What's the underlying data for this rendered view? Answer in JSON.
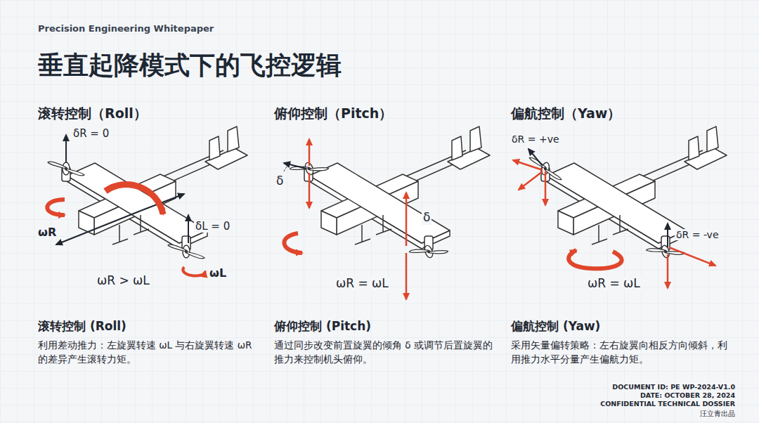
{
  "diagram": {
    "title": "垂直起降模式下的飞控逻辑",
    "labels": [
      "Precision Engineering Whitepaper",
      "滚转控制（Roll）",
      "俯仰控制（Pitch）",
      "偏航控制（Yaw）",
      "δR = 0",
      "ωR",
      "δL = 0",
      "ωL",
      "ωR > ωL",
      "δ",
      "δ",
      "ωR = ωL",
      "δR = +ve",
      "δR = -ve",
      "ωR = ωL",
      "滚转控制 (Roll)",
      "利用差动推力：左旋翼转速 ωL 与右旋翼转速 ωR 的差异产生滚转力矩。",
      "俯仰控制 (Pitch)",
      "通过同步改变前置旋翼的倾角 δ 或调节后置旋翼的推力来控制机头俯仰。",
      "偏航控制 (Yaw)",
      "采用矢量偏转策略：左右旋翼向相反方向倾斜，利用推力水平分量产生偏航力矩。",
      "DOCUMENT ID: PE WP-2024-V1.0",
      "DATE: OCTOBER 28, 2024",
      "CONFIDENTIAL TECHNICAL DOSSIER",
      "汪立青出品"
    ]
  }
}
